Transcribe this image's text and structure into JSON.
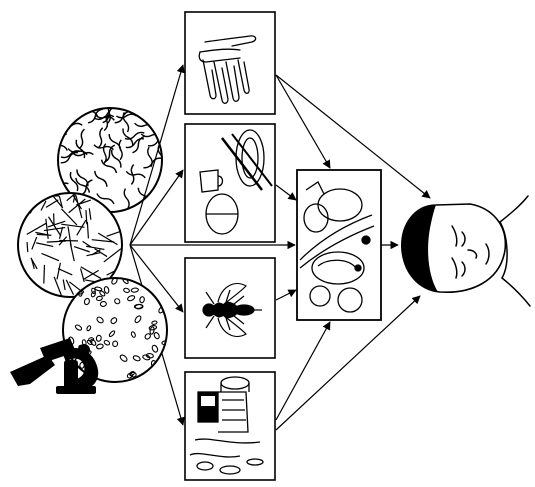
{
  "diagram": {
    "stroke_color": "#000000",
    "background_color": "#ffffff",
    "microbe_circles": [
      {
        "name": "circle-spiral-bacteria",
        "pattern": "spirilla"
      },
      {
        "name": "circle-rod-bacteria",
        "pattern": "bacilli"
      },
      {
        "name": "circle-oval-bacteria",
        "pattern": "cocci"
      }
    ],
    "source_panels": [
      {
        "name": "hand",
        "icon": "hand-icon"
      },
      {
        "name": "dishes",
        "icon": "dishes-icon"
      },
      {
        "name": "fly",
        "icon": "fly-icon"
      },
      {
        "name": "water-well",
        "icon": "water-well-icon"
      }
    ],
    "food_panel": {
      "icon": "food-plate-icon"
    },
    "person": {
      "icon": "person-head-icon"
    },
    "microscope": {
      "icon": "microscope-icon"
    }
  }
}
